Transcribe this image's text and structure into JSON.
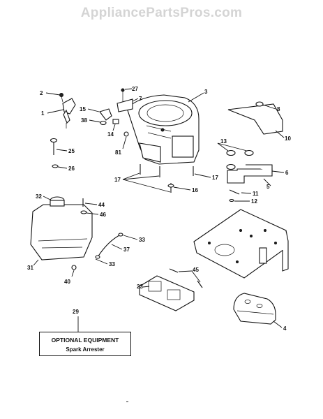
{
  "watermark": "AppliancePartsPros.com",
  "labels": [
    {
      "id": "2",
      "text": "2"
    },
    {
      "id": "1",
      "text": "1"
    },
    {
      "id": "27",
      "text": "27"
    },
    {
      "id": "7",
      "text": "7"
    },
    {
      "id": "3",
      "text": "3"
    },
    {
      "id": "15",
      "text": "15"
    },
    {
      "id": "38",
      "text": "38"
    },
    {
      "id": "14",
      "text": "14"
    },
    {
      "id": "81",
      "text": "81"
    },
    {
      "id": "25",
      "text": "25"
    },
    {
      "id": "26",
      "text": "26"
    },
    {
      "id": "17a",
      "text": "17"
    },
    {
      "id": "17b",
      "text": "17"
    },
    {
      "id": "16",
      "text": "16"
    },
    {
      "id": "8",
      "text": "8"
    },
    {
      "id": "10",
      "text": "10"
    },
    {
      "id": "13",
      "text": "13"
    },
    {
      "id": "6",
      "text": "6"
    },
    {
      "id": "11",
      "text": "11"
    },
    {
      "id": "12",
      "text": "12"
    },
    {
      "id": "5",
      "text": "5"
    },
    {
      "id": "32",
      "text": "32"
    },
    {
      "id": "44",
      "text": "44"
    },
    {
      "id": "46",
      "text": "46"
    },
    {
      "id": "33a",
      "text": "33"
    },
    {
      "id": "37",
      "text": "37"
    },
    {
      "id": "33b",
      "text": "33"
    },
    {
      "id": "31",
      "text": "31"
    },
    {
      "id": "40",
      "text": "40"
    },
    {
      "id": "45",
      "text": "45"
    },
    {
      "id": "23",
      "text": "23"
    },
    {
      "id": "4",
      "text": "4"
    },
    {
      "id": "29",
      "text": "29"
    }
  ],
  "optional_box": {
    "title": "OPTIONAL EQUIPMENT",
    "subtitle": "Spark Arrester"
  }
}
